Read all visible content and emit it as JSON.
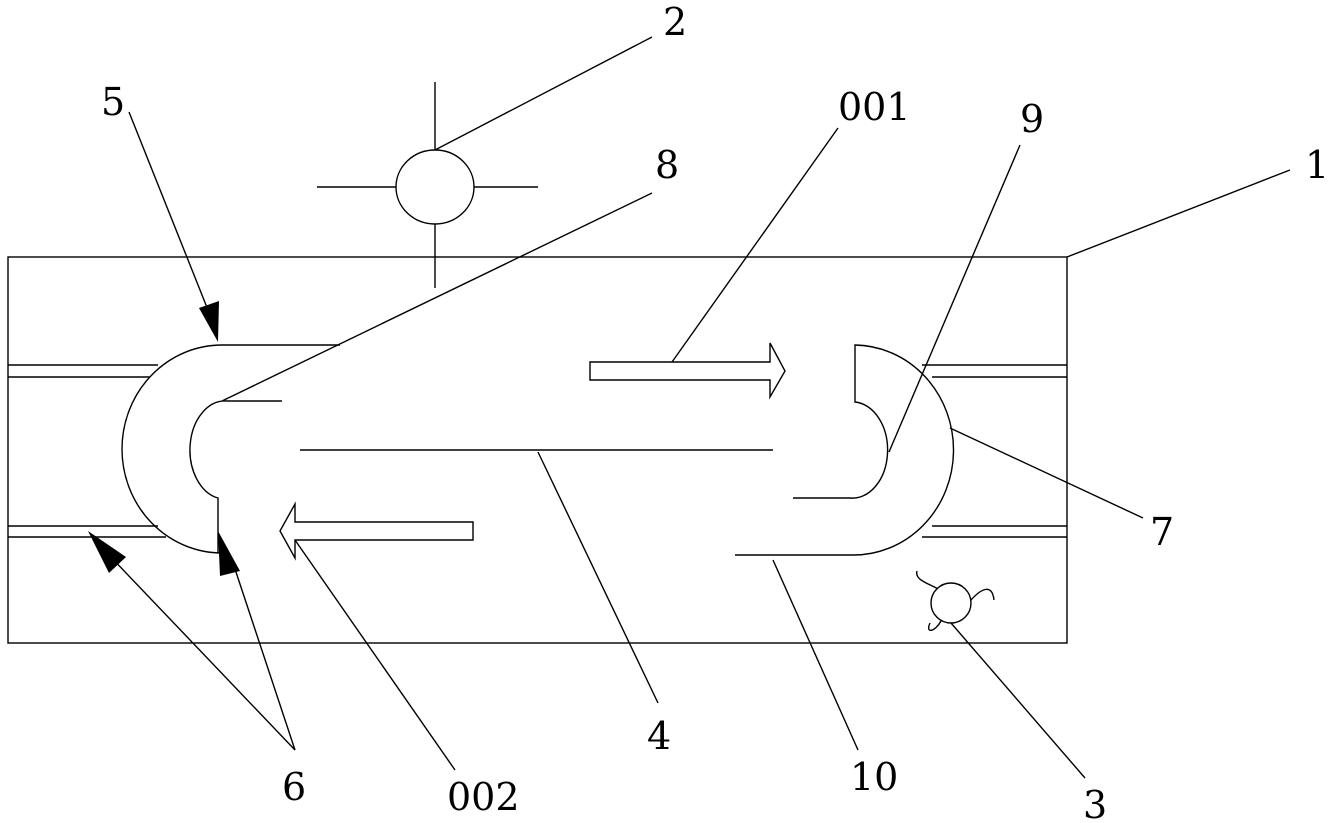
{
  "labels": {
    "l1": "1",
    "l2": "2",
    "l3": "3",
    "l4": "4",
    "l5": "5",
    "l6": "6",
    "l7": "7",
    "l8": "8",
    "l9": "9",
    "l10": "10",
    "l001": "001",
    "l002": "002"
  },
  "colors": {
    "stroke": "#000000",
    "background": "#ffffff"
  }
}
